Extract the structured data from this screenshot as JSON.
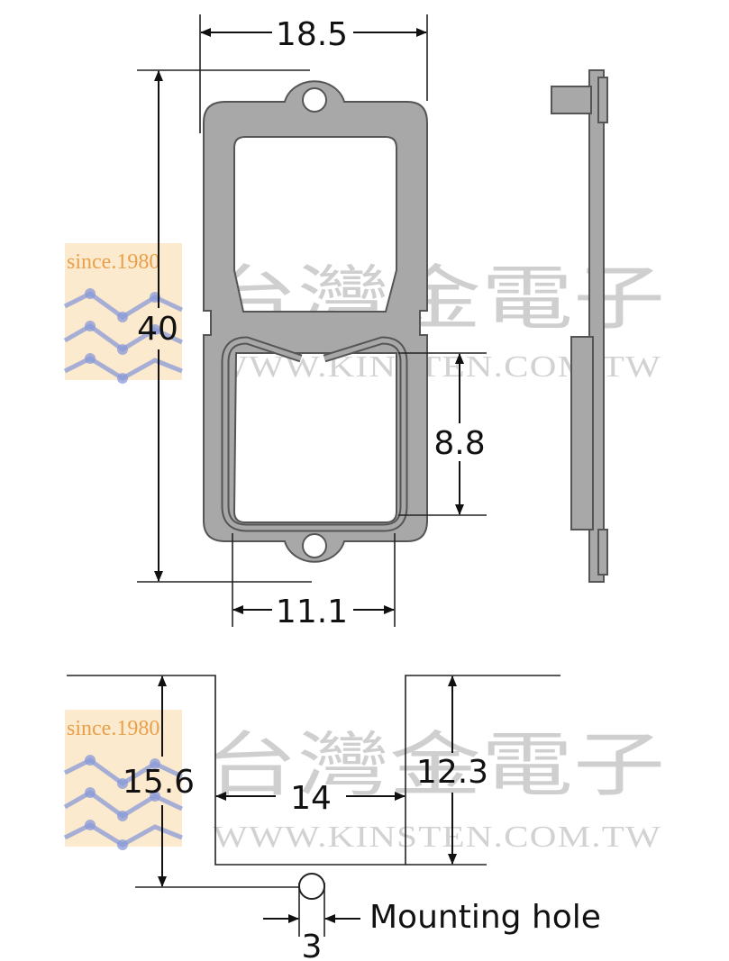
{
  "watermark": {
    "since": "since.1980",
    "brand_cn": "台灣金電子",
    "url": "WWW.KINSTEN.COM.TW"
  },
  "top_drawing": {
    "width_label": "18.5",
    "height_label": "40",
    "inner_height_label": "8.8",
    "inner_width_label": "11.1"
  },
  "bottom_drawing": {
    "outer_height_label": "15.6",
    "inner_height_label": "12.3",
    "slot_width_label": "14",
    "hole_dia_label": "3",
    "hole_caption": "Mounting hole"
  },
  "colors": {
    "part_fill": "#a8a8a8",
    "part_stroke": "#555555",
    "watermark_gray": "#cfcfcf",
    "logo_orange": "#f7c88c",
    "logo_blue": "#8a9ad8"
  }
}
